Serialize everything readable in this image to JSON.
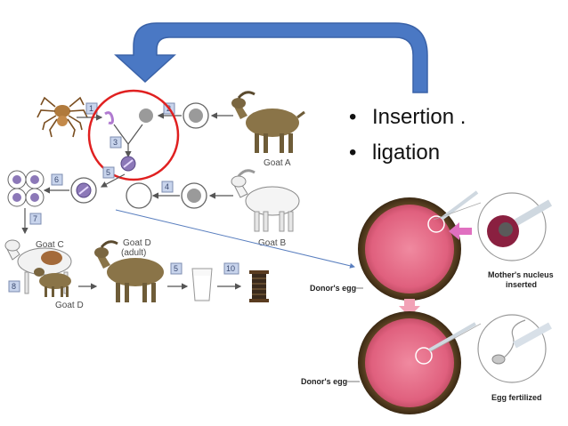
{
  "slide": {
    "bullets": [
      "Insertion .",
      "ligation"
    ],
    "bullet_marker": "•"
  },
  "diagram": {
    "labels": {
      "goat_a": "Goat A",
      "goat_b": "Goat B",
      "goat_c": "Goat C",
      "goat_d": "Goat D",
      "goat_d_adult_line1": "Goat D",
      "goat_d_adult_line2": "(adult)",
      "donors_egg_top": "Donor's egg",
      "donors_egg_bottom": "Donor's egg",
      "mothers_nucleus_line1": "Mother's nucleus",
      "mothers_nucleus_line2": "inserted",
      "egg_fertilized": "Egg fertilized"
    },
    "steps": [
      "1",
      "2",
      "3",
      "4",
      "5",
      "6",
      "7",
      "8",
      "10"
    ],
    "colors": {
      "arrow_blue": "#4a78c4",
      "highlight_circle": "#e02020",
      "egg_pink": "#e8708c",
      "goat_brown": "#8a7448"
    }
  }
}
